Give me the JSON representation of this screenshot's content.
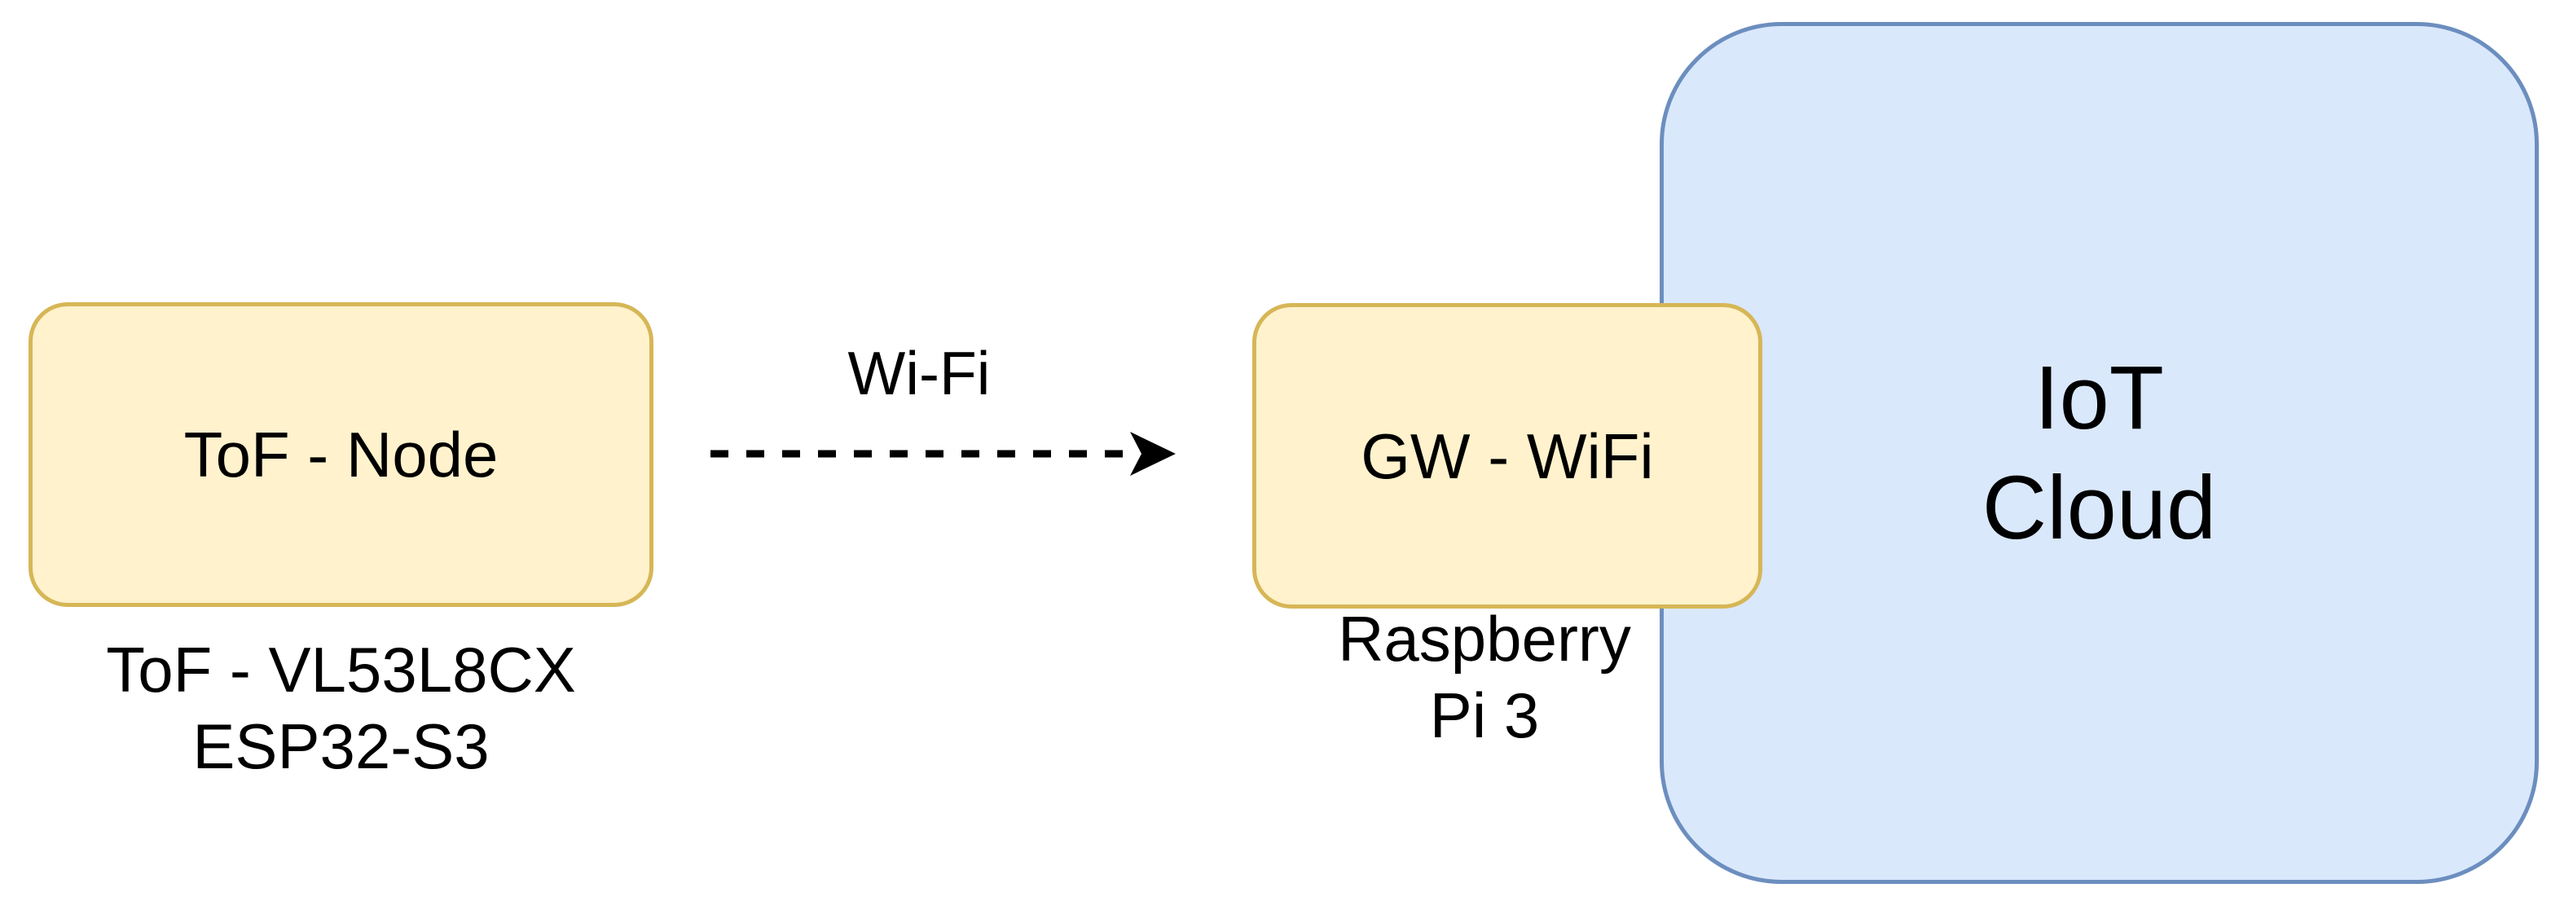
{
  "diagram": {
    "background": "#ffffff",
    "nodes": {
      "tof_node": {
        "label": "ToF - Node",
        "caption_line1": "ToF - VL53L8CX",
        "caption_line2": "ESP32-S3",
        "fill": "#FFF2CC",
        "border_color": "#D6B656"
      },
      "gateway": {
        "label": "GW - WiFi",
        "caption_line1": "Raspberry",
        "caption_line2": "Pi 3",
        "fill": "#FFF2CC",
        "border_color": "#D6B656"
      },
      "iot_cloud": {
        "label_line1": "IoT",
        "label_line2": "Cloud",
        "fill": "#DAE8FC",
        "border_color": "#6C8EBF"
      }
    },
    "connection": {
      "label": "Wi-Fi",
      "from": "ToF - Node",
      "to": "GW - WiFi",
      "line_style": "dashed",
      "color": "#000000"
    }
  }
}
